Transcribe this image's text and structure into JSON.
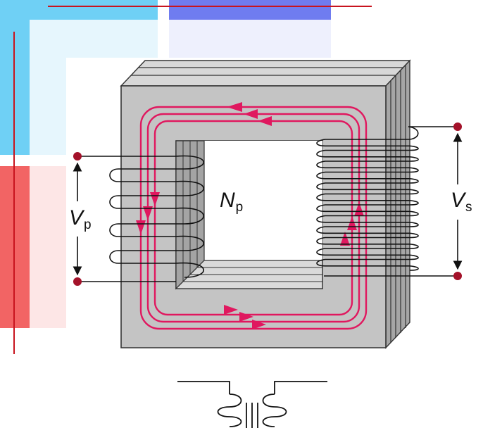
{
  "labels": {
    "primary_voltage": {
      "symbol": "V",
      "subscript": "p"
    },
    "primary_turns": {
      "symbol": "N",
      "subscript": "p"
    },
    "secondary_voltage": {
      "symbol": "V",
      "subscript": "s"
    }
  },
  "colors": {
    "core_face": "#c4c4c4",
    "core_side": "#9a9a9a",
    "core_top": "#dedede",
    "flux": "#e0185f",
    "terminal": "#a4122a",
    "slide_cyan": "#6fd0f5",
    "slide_blue": "#6f7cf0",
    "slide_red": "#f26464",
    "slide_line": "#c8141e"
  }
}
